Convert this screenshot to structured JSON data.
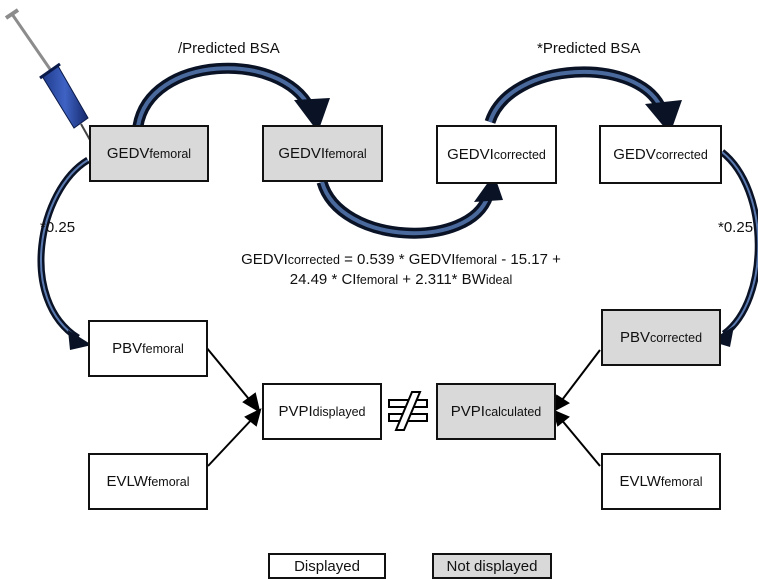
{
  "boxes": {
    "gedv_femoral": {
      "main": "GEDV",
      "sub": "femoral",
      "fill": "grey"
    },
    "gedvi_femoral": {
      "main": "GEDVI",
      "sub": "femoral",
      "fill": "grey"
    },
    "gedvi_corrected": {
      "main": "GEDVI",
      "sub": "corrected",
      "fill": "white"
    },
    "gedv_corrected": {
      "main": "GEDV",
      "sub": "corrected",
      "fill": "white"
    },
    "pbv_femoral": {
      "main": "PBV",
      "sub": "femoral",
      "fill": "white"
    },
    "pbv_corrected": {
      "main": "PBV",
      "sub": "corrected",
      "fill": "grey"
    },
    "pvpi_displayed": {
      "main": "PVPI",
      "sub": "displayed",
      "fill": "white"
    },
    "pvpi_calculated": {
      "main": "PVPI",
      "sub": "calculated",
      "fill": "grey"
    },
    "evlw_femoral_left": {
      "main": "EVLW",
      "sub": "femoral",
      "fill": "white"
    },
    "evlw_femoral_right": {
      "main": "EVLW",
      "sub": "femoral",
      "fill": "white"
    }
  },
  "labels": {
    "divide_bsa": "/Predicted BSA",
    "multiply_bsa": "*Predicted BSA",
    "factor_left": "*0.25",
    "factor_right": "*0.25"
  },
  "formula": {
    "line1_a": "GEDVI",
    "line1_a_sub": "corrected",
    "line1_b": " = 0.539 * GEDVI",
    "line1_b_sub": "femoral",
    "line1_c": " - 15.17 +",
    "line2_a": "24.49 * CI",
    "line2_a_sub": "femoral",
    "line2_b": " + 2.311* BW",
    "line2_b_sub": "ideal"
  },
  "not_equal_symbol": "≠",
  "legend": {
    "displayed": "Displayed",
    "not_displayed": "Not displayed"
  },
  "colors": {
    "grey_fill": "#d9d9d9",
    "arrow_dark": "#0d1b33",
    "syringe_blue": "#1f3a8a"
  },
  "icons": {
    "syringe": "syringe-icon",
    "not_equal": "not-equal-icon"
  }
}
